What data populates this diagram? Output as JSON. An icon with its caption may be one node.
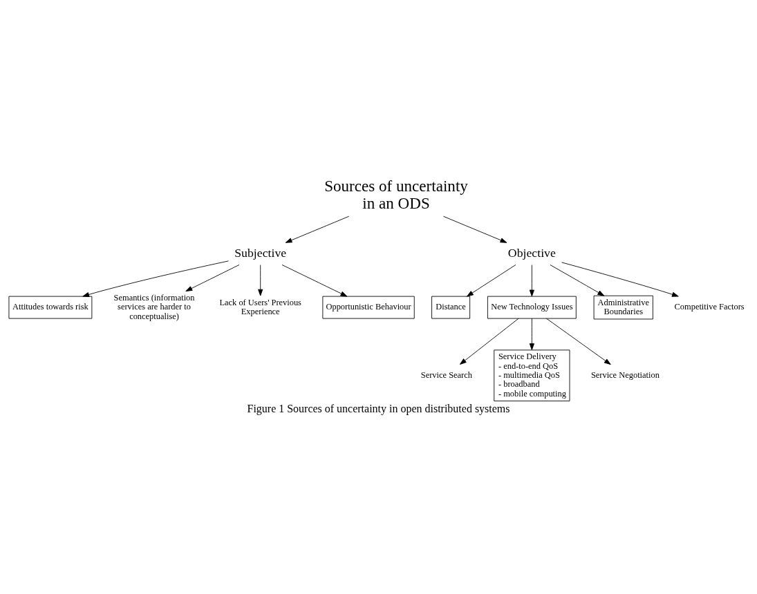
{
  "diagram": {
    "caption": "Figure 1 Sources of uncertainty in open distributed systems",
    "nodes": [
      {
        "text": [
          "Sources of uncertainty in an ODS"
        ]
      },
      {
        "text": [
          "Subjective"
        ]
      },
      {
        "text": [
          "Objective"
        ]
      },
      {
        "text": [
          "Attitudes towards risk"
        ]
      },
      {
        "text": [
          "Semantics (information services are harder to conceptualise)"
        ]
      },
      {
        "text": [
          "Lack of Users' Previous Experience"
        ]
      },
      {
        "text": [
          "Opportunistic Behaviour"
        ]
      },
      {
        "text": [
          "Distance"
        ]
      },
      {
        "text": [
          "New Technology Issues"
        ]
      },
      {
        "text": [
          "Administrative Boundaries"
        ]
      },
      {
        "text": [
          "Competitive Factors"
        ]
      },
      {
        "text": [
          "Service Search"
        ]
      },
      {
        "text": [
          "Service Delivery",
          "- end-to-end QoS",
          "- multimedia QoS",
          "- broadband",
          "- mobile computing"
        ]
      },
      {
        "text": [
          "Service Negotiation"
        ]
      }
    ],
    "edges": [
      {
        "from": 0,
        "to": 1,
        "arrow": "to"
      },
      {
        "from": 0,
        "to": 2,
        "arrow": "to"
      },
      {
        "from": 1,
        "to": 3,
        "arrow": "to"
      },
      {
        "from": 1,
        "to": 4,
        "arrow": "to"
      },
      {
        "from": 1,
        "to": 5,
        "arrow": "to"
      },
      {
        "from": 1,
        "to": 6,
        "arrow": "to"
      },
      {
        "from": 2,
        "to": 7,
        "arrow": "to"
      },
      {
        "from": 2,
        "to": 8,
        "arrow": "to"
      },
      {
        "from": 2,
        "to": 9,
        "arrow": "to"
      },
      {
        "from": 2,
        "to": 10,
        "arrow": "to"
      },
      {
        "from": 8,
        "to": 11,
        "arrow": "to"
      },
      {
        "from": 8,
        "to": 12,
        "arrow": "to"
      },
      {
        "from": 8,
        "to": 13,
        "arrow": "to"
      }
    ]
  }
}
